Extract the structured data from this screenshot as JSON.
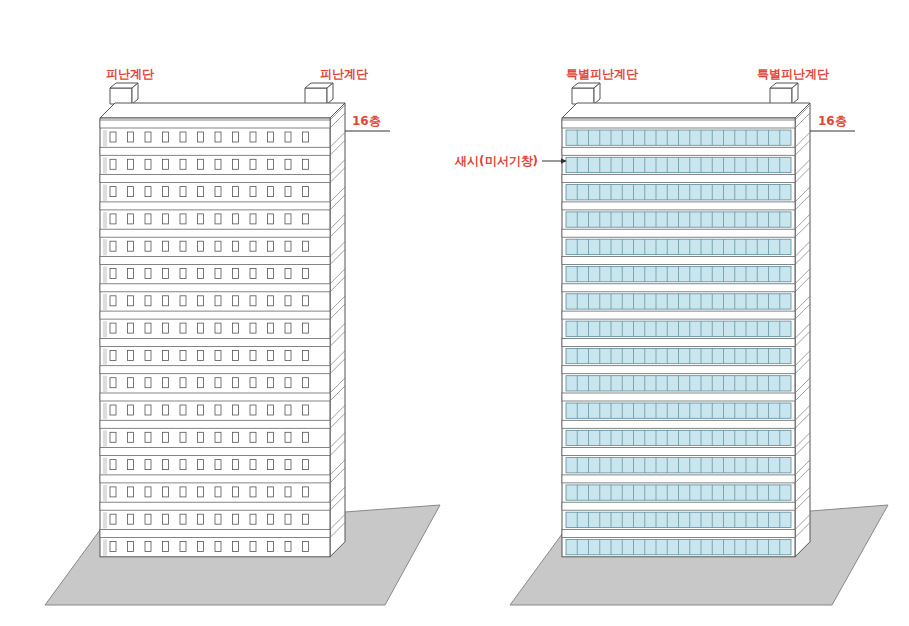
{
  "diagram": {
    "labels": [
      "피난계단",
      "피난계단",
      "16층",
      "특별피난계단",
      "특별피난계단",
      "16층",
      "새시(미서기창)"
    ]
  }
}
